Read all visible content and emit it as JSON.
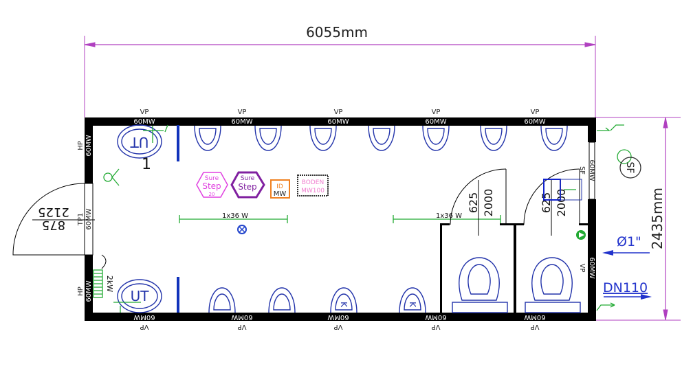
{
  "dimensions": {
    "length": "6055mm",
    "width": "2435mm"
  },
  "wall_labels": {
    "vp": "VP",
    "mw": "60MW",
    "hp": "HP",
    "tp1": "TP1",
    "sf": "SF"
  },
  "door": {
    "height": "2125",
    "width": "875"
  },
  "stall_doors": [
    {
      "width": "625",
      "height": "2000"
    },
    {
      "width": "625",
      "height": "2000"
    }
  ],
  "fixtures": {
    "ut": "UT",
    "number": "1",
    "k": "K",
    "heater": "2kW"
  },
  "lights": [
    {
      "label": "1x36  W"
    },
    {
      "label": "1x36  W"
    }
  ],
  "products": {
    "sure_step_20": {
      "line1": "Sure",
      "line2": "Step",
      "line3": "20"
    },
    "sure_step": {
      "line1": "Sure",
      "line2": "Step"
    },
    "id_mw": {
      "line1": "ID",
      "line2": "MW"
    },
    "boden": {
      "line1": "BODEN",
      "line2": "MW100"
    }
  },
  "connections": {
    "water": "Ø1\"",
    "drain": "DN110"
  },
  "colors": {
    "dimension": "#b040c0",
    "fixture": "#2233aa",
    "electric": "#22aa33",
    "wall": "#000000"
  }
}
